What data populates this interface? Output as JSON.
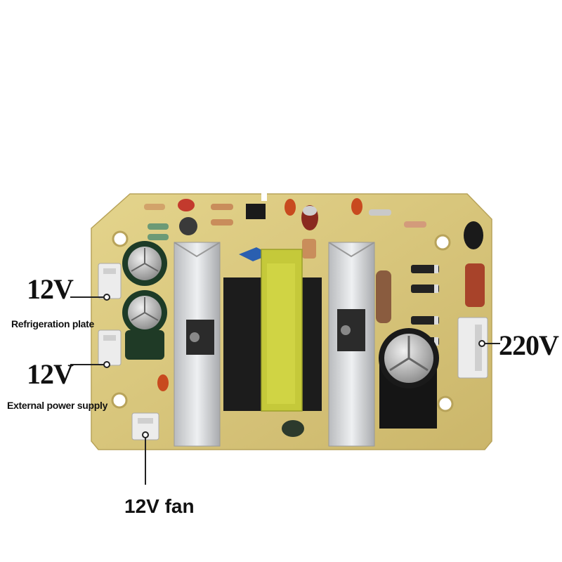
{
  "labels": {
    "refrigeration_voltage": "12V",
    "refrigeration_text": "Refrigeration plate",
    "external_voltage": "12V",
    "external_text": "External power supply",
    "fan_text": "12V fan",
    "mains_voltage": "220V"
  },
  "colors": {
    "pcb": "#d9c77e",
    "heatsink": "#cfd1d4",
    "transformer": "#c5c93a",
    "connector": "#ececec"
  }
}
